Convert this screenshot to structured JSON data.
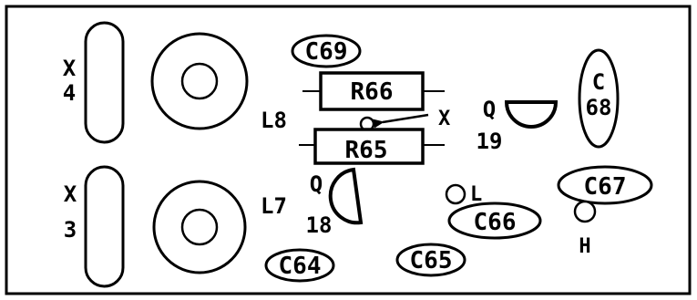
{
  "components": {
    "x4": {
      "letter": "X",
      "number": "4"
    },
    "x3": {
      "letter": "X",
      "number": "3"
    },
    "l8": "L8",
    "l7": "L7",
    "c69": "C69",
    "r66": "R66",
    "r65": "R65",
    "x_point": "X",
    "q19": {
      "letter": "Q",
      "number": "19"
    },
    "c68": {
      "letter": "C",
      "number": "68"
    },
    "q18": {
      "letter": "Q",
      "number": "18"
    },
    "l_point": "L",
    "h_point": "H",
    "c67": "C67",
    "c66": "C66",
    "c65": "C65",
    "c64": "C64"
  }
}
